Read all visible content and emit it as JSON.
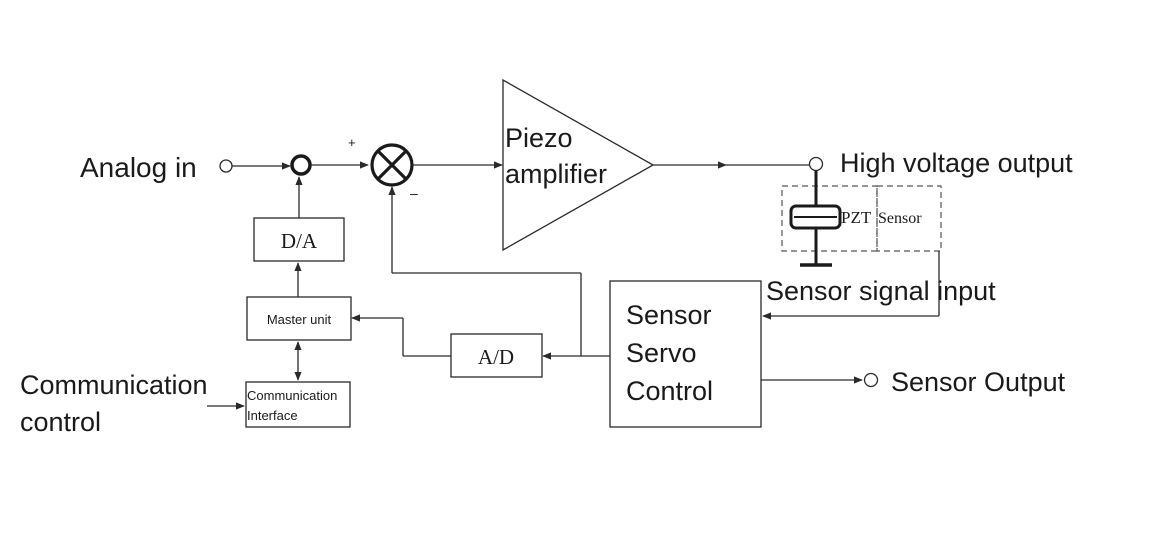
{
  "labels": {
    "analog_in": "Analog in",
    "piezo_line1": "Piezo",
    "piezo_line2": "amplifier",
    "high_voltage_output": "High voltage output",
    "pzt": "PZT",
    "sensor": "Sensor",
    "sensor_signal_input": "Sensor signal input",
    "sensor_servo_line1": "Sensor",
    "sensor_servo_line2": "Servo",
    "sensor_servo_line3": "Control",
    "sensor_output": "Sensor Output",
    "da": "D/A",
    "ad": "A/D",
    "master_unit": "Master unit",
    "comm_interface_line1": "Communication",
    "comm_interface_line2": "Interface",
    "comm_control_line1": "Communication",
    "comm_control_line2": "control",
    "plus": "+",
    "minus": "–"
  }
}
